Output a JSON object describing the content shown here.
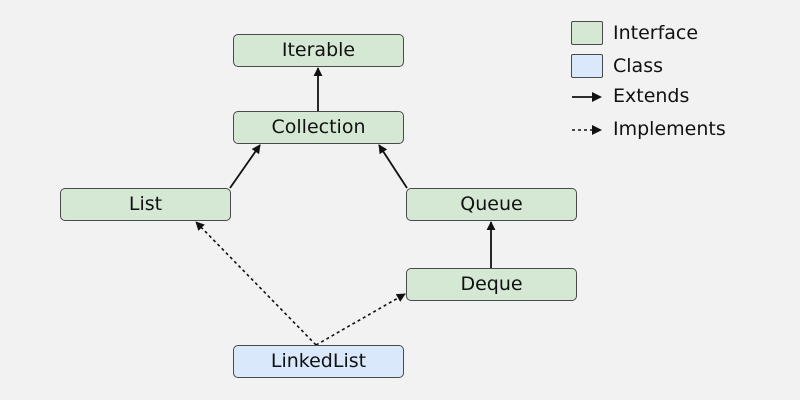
{
  "nodes": {
    "iterable": {
      "label": "Iterable",
      "kind": "interface"
    },
    "collection": {
      "label": "Collection",
      "kind": "interface"
    },
    "list": {
      "label": "List",
      "kind": "interface"
    },
    "queue": {
      "label": "Queue",
      "kind": "interface"
    },
    "deque": {
      "label": "Deque",
      "kind": "interface"
    },
    "linkedlist": {
      "label": "LinkedList",
      "kind": "class"
    }
  },
  "edges": [
    {
      "from": "collection",
      "to": "iterable",
      "type": "extends"
    },
    {
      "from": "list",
      "to": "collection",
      "type": "extends"
    },
    {
      "from": "queue",
      "to": "collection",
      "type": "extends"
    },
    {
      "from": "deque",
      "to": "queue",
      "type": "extends"
    },
    {
      "from": "linkedlist",
      "to": "list",
      "type": "implements"
    },
    {
      "from": "linkedlist",
      "to": "deque",
      "type": "implements"
    }
  ],
  "legend": {
    "interface": "Interface",
    "class": "Class",
    "extends": "Extends",
    "implements": "Implements"
  },
  "colors": {
    "interface_fill": "#d5e8d4",
    "class_fill": "#dae8fc",
    "border": "#4a4a4a",
    "background": "#f2f2f2",
    "edge": "#111111"
  }
}
